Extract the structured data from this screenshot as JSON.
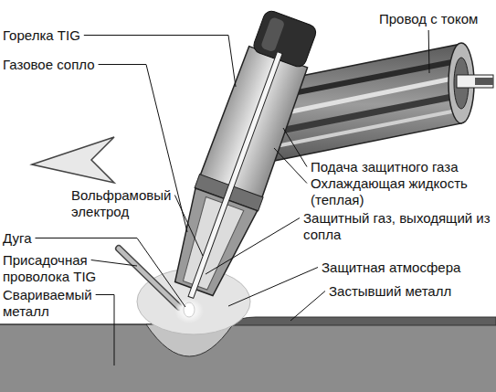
{
  "diagram": {
    "labels": [
      "Горелка TIG",
      "Газовое сопло",
      "Вольфрамовый электрод",
      "Дуга",
      "Присадочная проволока TIG",
      "Свариваемый металл",
      "Провод с током",
      "Подача защитного газа",
      "Охлаждающая жидкость (теплая)",
      "Защитный газ, выходящий из сопла",
      "Защитная атмосфера",
      "Застывший металл"
    ]
  }
}
